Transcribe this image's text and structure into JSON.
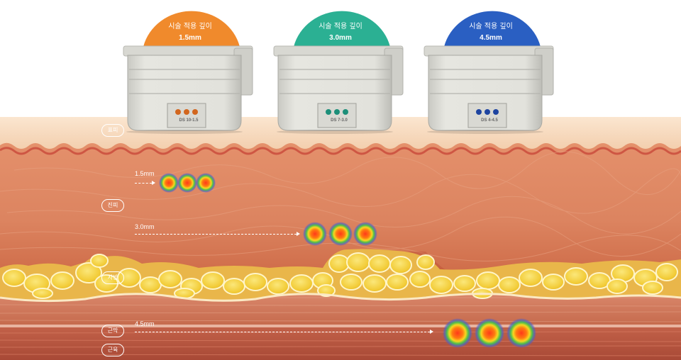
{
  "cartridges": [
    {
      "title": "시술 적용 깊이",
      "depth": "1.5mm",
      "code": "DS 10-1.5",
      "color": "#f08a2c",
      "dot_color": "#d2661e"
    },
    {
      "title": "시술 적용 깊이",
      "depth": "3.0mm",
      "code": "DS 7-3.0",
      "color": "#2bb093",
      "dot_color": "#1c8f79"
    },
    {
      "title": "시술 적용 깊이",
      "depth": "4.5mm",
      "code": "DS 4-4.5",
      "color": "#2a5fc2",
      "dot_color": "#1e44a0"
    }
  ],
  "layers": [
    {
      "label": "표피"
    },
    {
      "label": "진피"
    },
    {
      "label": "지방"
    },
    {
      "label": "근막"
    },
    {
      "label": "근육"
    }
  ],
  "depth_markers": [
    {
      "label": "1.5mm"
    },
    {
      "label": "3.0mm"
    },
    {
      "label": "4.5mm"
    }
  ],
  "colors": {
    "epidermis": "#f7dcc0",
    "dermis": "#d97a54",
    "fat": "#f2cf3f",
    "muscle": "#b8553c"
  }
}
